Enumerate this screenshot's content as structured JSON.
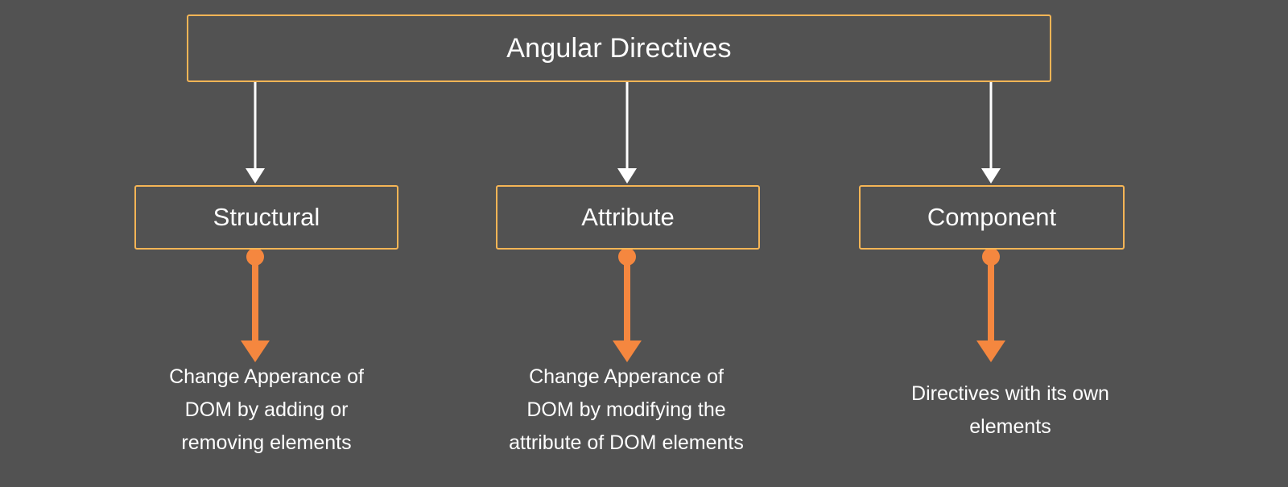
{
  "diagram": {
    "title": "Angular Directives",
    "background_color": "#525252",
    "box_border_color": "#F5B556",
    "text_color": "#FFFFFF",
    "top_connector_color": "#FFFFFF",
    "bottom_connector_color": "#F5873F",
    "root": {
      "label": "Angular Directives"
    },
    "branches": [
      {
        "label": "Structural",
        "description": "Change Apperance of\nDOM by adding or\nremoving elements"
      },
      {
        "label": "Attribute",
        "description": "Change Apperance of\nDOM by modifying the\nattribute of DOM elements"
      },
      {
        "label": "Component",
        "description": "Directives with its own\nelements"
      }
    ]
  }
}
